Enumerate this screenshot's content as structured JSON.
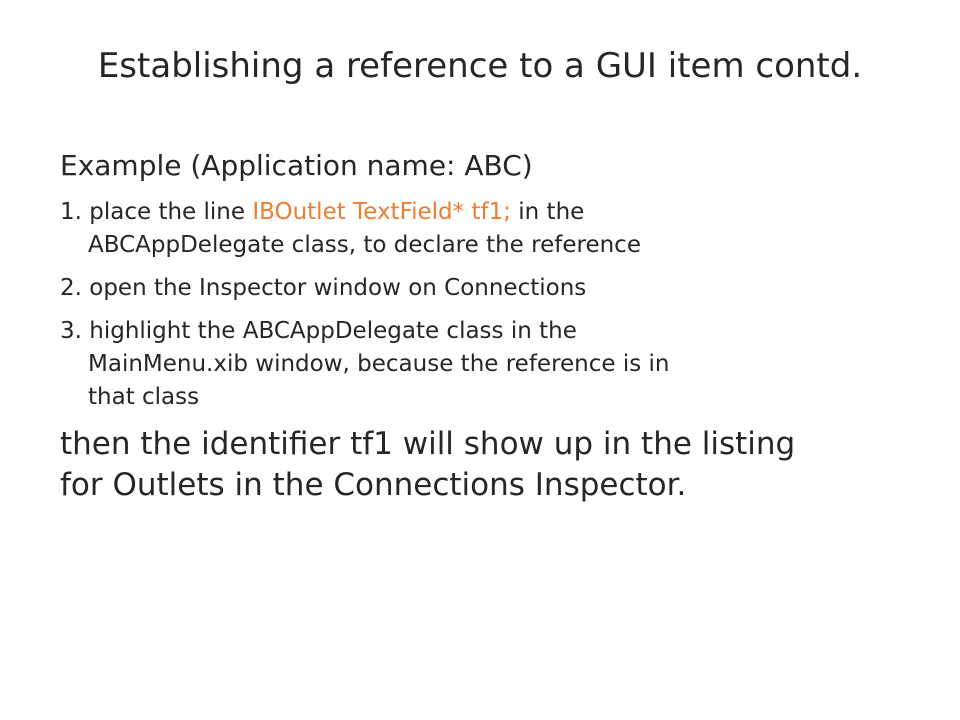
{
  "slide": {
    "title": "Establishing a reference to a GUI item contd.",
    "subheading": "Example (Application name: ABC)",
    "steps": [
      {
        "prefix": "1. place the line ",
        "code": "IBOutlet TextField* tf1;",
        "suffix_line1": " in the",
        "line2": "ABCAppDelegate class, to declare the reference"
      },
      {
        "text": "2. open the Inspector window on Connections"
      },
      {
        "line1": "3. highlight the ABCAppDelegate class in the",
        "line2": "MainMenu.xib window, because the reference is in",
        "line3": "that class"
      }
    ],
    "conclusion_line1": "then the identifier tf1 will show up in the listing",
    "conclusion_line2": "for Outlets in the Connections Inspector."
  },
  "colors": {
    "text": "#262626",
    "accent": "#ed7d31",
    "background": "#ffffff"
  }
}
